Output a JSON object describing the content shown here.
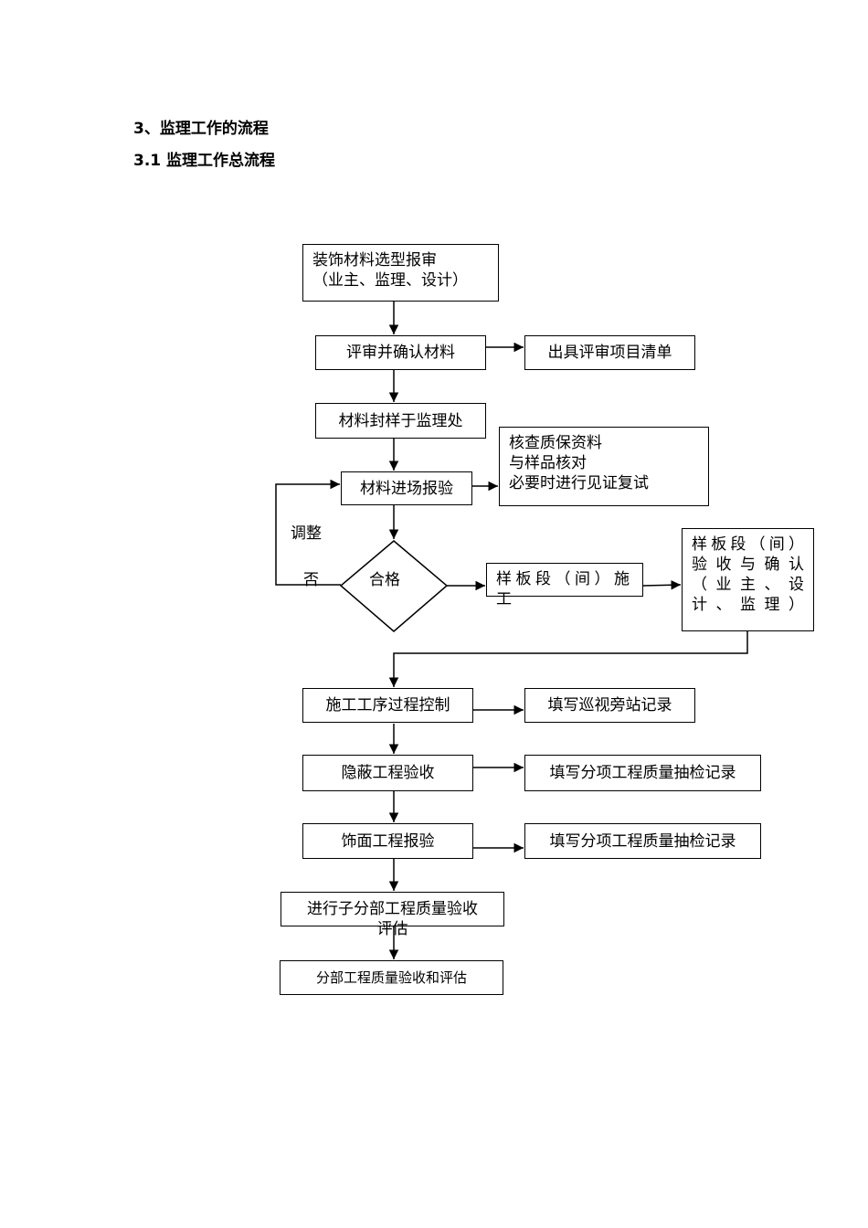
{
  "headings": {
    "h1": "3、监理工作的流程",
    "h2": "3.1 监理工作总流程"
  },
  "flow": {
    "n1_line1": "装饰材料选型报审",
    "n1_line2": "（业主、监理、设计）",
    "n2": "评审并确认材料",
    "n2_out": "出具评审项目清单",
    "n3": "材料封样于监理处",
    "n4": "材料进场报验",
    "n4_out_line1": "核查质保资料",
    "n4_out_line2": "与样品核对",
    "n4_out_line3": "必要时进行见证复试",
    "decision": "合格",
    "loop_label": "调整",
    "no_label": "否",
    "sample_line1": "样板段（间）施",
    "sample_line2": "工",
    "accept_line1": "样板段（间）",
    "accept_line2": "验收与确认",
    "accept_line3": "（业主、设",
    "accept_line4": "计、监理）",
    "n5": "施工工序过程控制",
    "n5_out": "填写巡视旁站记录",
    "n6": "隐蔽工程验收",
    "n6_out": "填写分项工程质量抽检记录",
    "n7": "饰面工程报验",
    "n7_out": "填写分项工程质量抽检记录",
    "n8_line1": "进行子分部工程质量验收",
    "n8_line2": "评估",
    "n9": "分部工程质量验收和评估"
  }
}
